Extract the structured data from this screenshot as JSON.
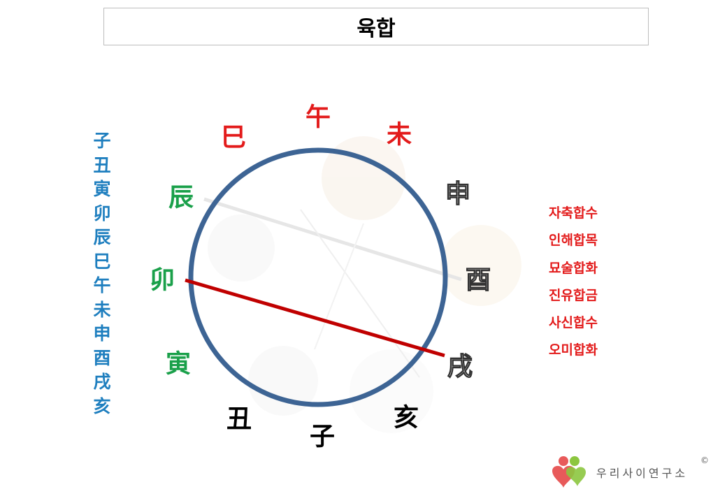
{
  "title": "육합",
  "left_list": [
    "子",
    "丑",
    "寅",
    "卯",
    "辰",
    "巳",
    "午",
    "未",
    "申",
    "酉",
    "戌",
    "亥"
  ],
  "right_list": [
    "자축합수",
    "인해합목",
    "묘술합화",
    "진유합금",
    "사신합수",
    "오미합화"
  ],
  "branches": {
    "ja": "子",
    "chuk": "丑",
    "in": "寅",
    "myo": "卯",
    "jin": "辰",
    "sa": "巳",
    "o": "午",
    "mi": "未",
    "sin": "申",
    "yu": "酉",
    "sul": "戌",
    "hae": "亥"
  },
  "colors": {
    "title_text": "#000000",
    "left_list": "#1f7fbf",
    "right_list": "#e31b1b",
    "fire_branches": "#e31b1b",
    "wood_branches": "#1aa04a",
    "water_branches": "#000000",
    "metal_branches_outline": "#333333",
    "circle": "#3d6494",
    "highlight_line": "#c00000",
    "faded_line": "#e6e6e6"
  },
  "footer": {
    "org_name": "우리사이연구소",
    "copyright": "©"
  },
  "icons": {
    "logo": "heart-people-logo-icon"
  }
}
